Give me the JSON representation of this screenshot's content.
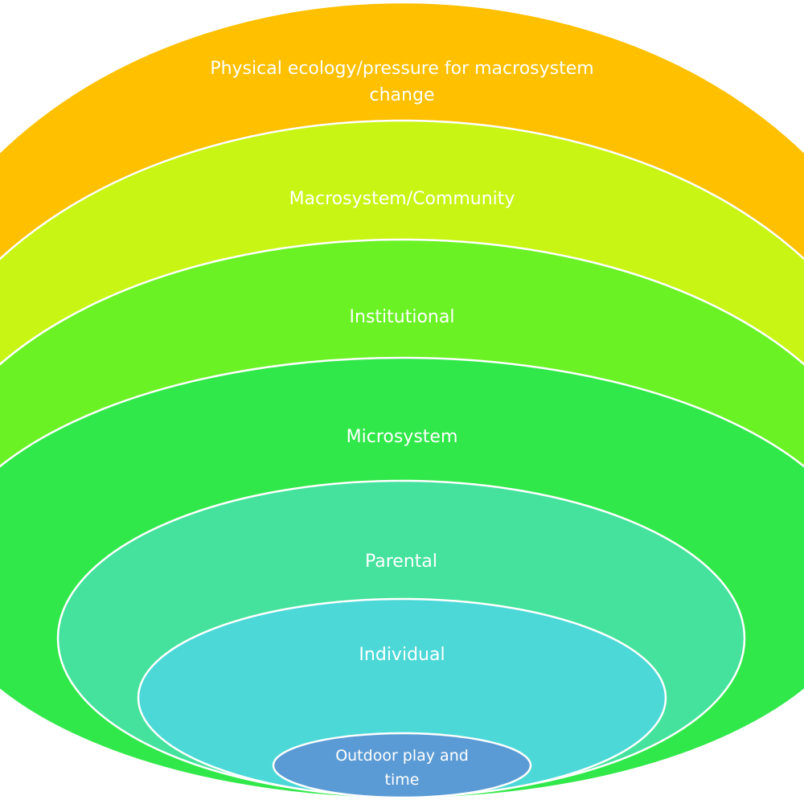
{
  "diagram": {
    "type": "nested-ellipses",
    "layers": [
      {
        "id": "physical-ecology",
        "label_lines": [
          "Physical ecology/pressure for macrosystem",
          "change"
        ],
        "color": "#FFC000"
      },
      {
        "id": "macrosystem-community",
        "label_lines": [
          "Macrosystem/Community"
        ],
        "color": "#C8F513"
      },
      {
        "id": "institutional",
        "label_lines": [
          "Institutional"
        ],
        "color": "#6AF225"
      },
      {
        "id": "microsystem",
        "label_lines": [
          "Microsystem"
        ],
        "color": "#31E84A"
      },
      {
        "id": "parental",
        "label_lines": [
          "Parental"
        ],
        "color": "#44E29C"
      },
      {
        "id": "individual",
        "label_lines": [
          "Individual"
        ],
        "color": "#4DD8D8"
      },
      {
        "id": "outdoor-play-and-time",
        "label_lines": [
          "Outdoor play and",
          "time"
        ],
        "color": "#5B9BD5"
      }
    ]
  }
}
